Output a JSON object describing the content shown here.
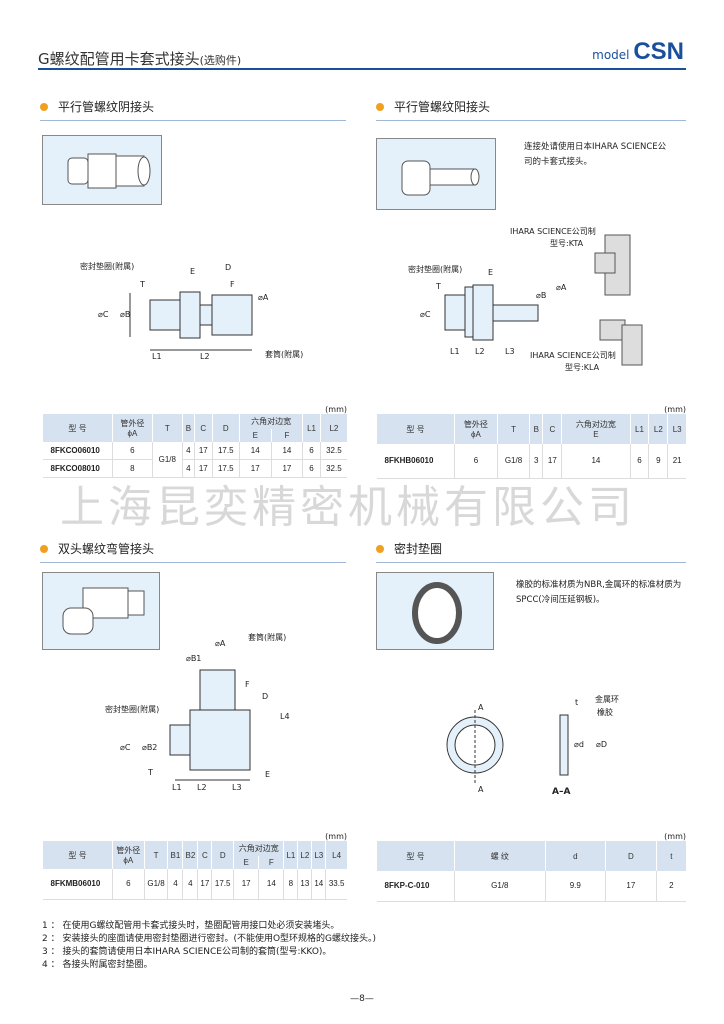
{
  "header": {
    "title": "G螺纹配管用卡套式接头",
    "title_suffix": "(选购件)",
    "model_label": "model",
    "brand": "CSN"
  },
  "watermark": "上海昆奕精密机械有限公司",
  "sections": [
    {
      "title": "平行管螺纹阴接头",
      "drawing_labels": {
        "seal": "密封垫圈(附属)",
        "sleeve": "套筒(附属)",
        "T": "T",
        "E": "E",
        "D": "D",
        "F": "F",
        "A": "⌀A",
        "B": "⌀B",
        "C": "⌀C",
        "L1": "L1",
        "L2": "L2"
      },
      "unit": "(mm)",
      "headers": [
        "型 号",
        "管外径\nϕA",
        "T",
        "B",
        "C",
        "D",
        "六角对边宽",
        "E",
        "F",
        "L1",
        "L2"
      ],
      "rows": [
        [
          "8FKCO06010",
          "6",
          "G1/8",
          "4",
          "17",
          "17.5",
          "14",
          "14",
          "6",
          "32.5"
        ],
        [
          "8FKCO08010",
          "8",
          "G1/8",
          "4",
          "17",
          "17.5",
          "17",
          "17",
          "6",
          "32.5"
        ]
      ]
    },
    {
      "title": "平行管螺纹阳接头",
      "description": "连接处请使用日本IHARA SCIENCE公司的卡套式接头。",
      "drawing_labels": {
        "seal": "密封垫圈(附属)",
        "T": "T",
        "E": "E",
        "A": "⌀A",
        "B": "⌀B",
        "C": "⌀C",
        "L1": "L1",
        "L2": "L2",
        "L3": "L3",
        "kta": "IHARA SCIENCE公司制",
        "kta_model": "型号:KTA",
        "kla": "IHARA SCIENCE公司制",
        "kla_model": "型号:KLA"
      },
      "unit": "(mm)",
      "headers": [
        "型 号",
        "管外径\nϕA",
        "T",
        "B",
        "C",
        "六角对边宽\nE",
        "L1",
        "L2",
        "L3"
      ],
      "rows": [
        [
          "8FKHB06010",
          "6",
          "G1/8",
          "3",
          "17",
          "14",
          "6",
          "9",
          "21"
        ]
      ]
    },
    {
      "title": "双头螺纹弯管接头",
      "drawing_labels": {
        "seal": "密封垫圈(附属)",
        "sleeve": "套筒(附属)",
        "A": "⌀A",
        "B1": "⌀B1",
        "B2": "⌀B2",
        "C": "⌀C",
        "T": "T",
        "E": "E",
        "F": "F",
        "D": "D",
        "L4": "L4",
        "L1": "L1",
        "L2": "L2",
        "L3": "L3"
      },
      "unit": "(mm)",
      "headers": [
        "型 号",
        "管外径\nϕA",
        "T",
        "B1",
        "B2",
        "C",
        "D",
        "六角对边宽",
        "E",
        "F",
        "L1",
        "L2",
        "L3",
        "L4"
      ],
      "rows": [
        [
          "8FKMB06010",
          "6",
          "G1/8",
          "4",
          "4",
          "17",
          "17.5",
          "17",
          "14",
          "8",
          "13",
          "14",
          "33.5"
        ]
      ]
    },
    {
      "title": "密封垫圈",
      "description": "橡胶的标准材质为NBR,金属环的标准材质为SPCC(冷间压延钢板)。",
      "drawing_labels": {
        "A1": "A",
        "A2": "A",
        "metal": "金属环",
        "rubber": "橡胶",
        "t": "t",
        "d": "⌀d",
        "D": "⌀D",
        "section": "A–A"
      },
      "unit": "(mm)",
      "headers": [
        "型 号",
        "螺 纹",
        "d",
        "D",
        "t"
      ],
      "rows": [
        [
          "8FKP-C-010",
          "G1/8",
          "9.9",
          "17",
          "2"
        ]
      ]
    }
  ],
  "notes": [
    "1 ： 在使用G螺纹配管用卡套式接头时，垫圈配管用接口处必须安装堵头。",
    "2 ： 安装接头的座面请使用密封垫圈进行密封。(不能使用O型环规格的G螺纹接头。)",
    "3 ： 接头的套筒请使用日本IHARA SCIENCE公司制的套筒(型号:KKO)。",
    "4 ： 各接头附属密封垫圈。"
  ],
  "page_number": "—8—",
  "colors": {
    "brand": "#1a4f9c",
    "bullet": "#f0a020",
    "table_header": "#d6e2f0",
    "image_bg": "#e4f1fb"
  }
}
